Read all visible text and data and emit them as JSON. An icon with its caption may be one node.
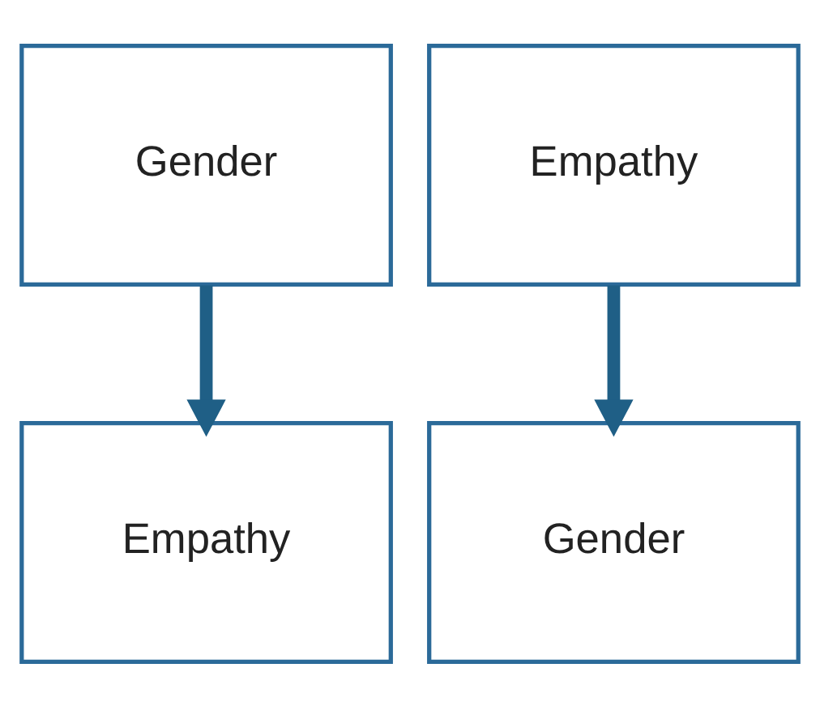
{
  "diagram": {
    "nodes": [
      {
        "text": [
          "Gender"
        ]
      },
      {
        "text": [
          "Empathy"
        ]
      },
      {
        "text": [
          "Empathy"
        ]
      },
      {
        "text": [
          "Gender"
        ]
      }
    ],
    "edges": [
      {
        "from": 0,
        "to": 2,
        "arrow": "to"
      },
      {
        "from": 1,
        "to": 3,
        "arrow": "to"
      }
    ]
  }
}
